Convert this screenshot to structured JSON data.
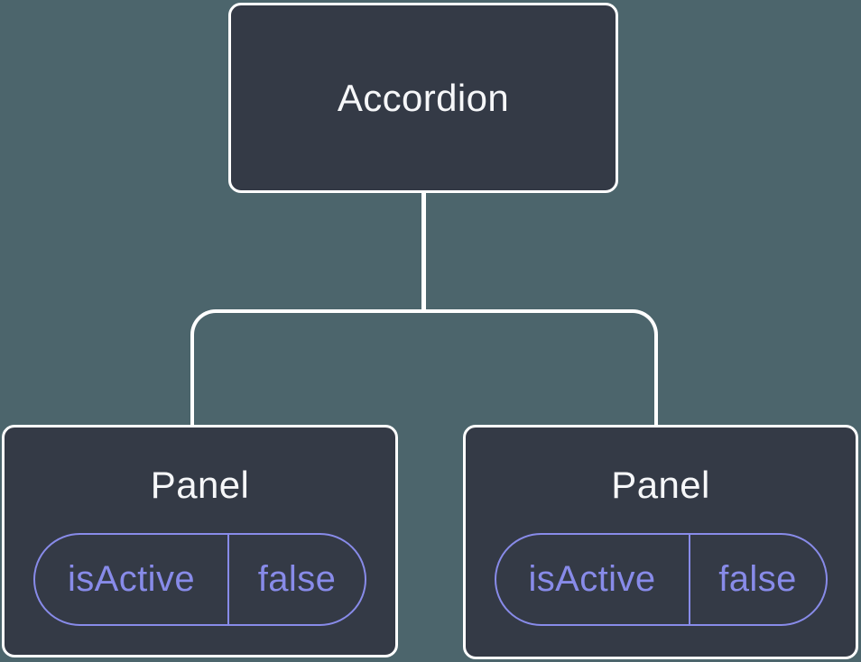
{
  "diagram": {
    "type": "component-tree",
    "colors": {
      "background": "#4c656c",
      "node_fill": "#343a46",
      "node_border": "#ffffff",
      "connector": "#ffffff",
      "title_text": "#f6f7f9",
      "state_accent": "#888be9"
    },
    "root": {
      "label": "Accordion"
    },
    "children": [
      {
        "label": "Panel",
        "state": {
          "name": "isActive",
          "value": "false"
        }
      },
      {
        "label": "Panel",
        "state": {
          "name": "isActive",
          "value": "false"
        }
      }
    ]
  }
}
